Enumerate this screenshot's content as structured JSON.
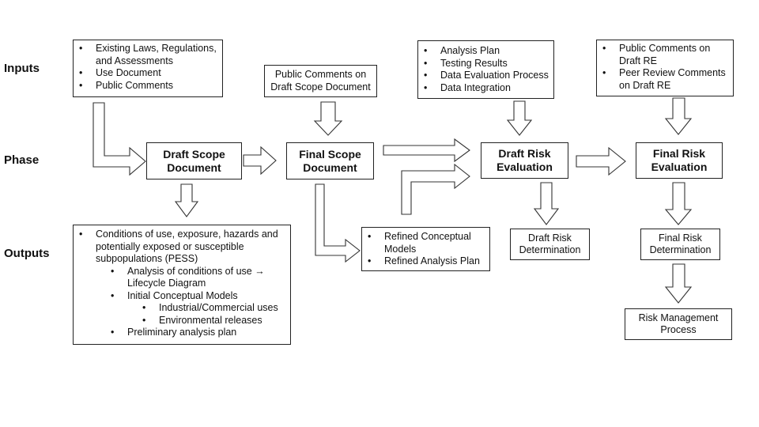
{
  "row_labels": {
    "inputs": "Inputs",
    "phase": "Phase",
    "outputs": "Outputs"
  },
  "phases": {
    "draft_scope": "Draft Scope\nDocument",
    "final_scope": "Final Scope\nDocument",
    "draft_risk": "Draft Risk\nEvaluation",
    "final_risk": "Final Risk\nEvaluation"
  },
  "inputs": {
    "draft_scope": [
      "Existing Laws, Regulations, and Assessments",
      "Use Document",
      "Public Comments"
    ],
    "final_scope": "Public Comments on\nDraft Scope Document",
    "draft_risk": [
      "Analysis Plan",
      "Testing Results",
      "Data Evaluation Process",
      "Data Integration"
    ],
    "final_risk": [
      "Public Comments on Draft RE",
      "Peer Review Comments on Draft RE"
    ]
  },
  "outputs": {
    "draft_scope": {
      "main": "Conditions of use, exposure, hazards and potentially exposed or susceptible subpopulations (PESS)",
      "sub1": "Analysis of conditions of use → Lifecycle Diagram",
      "sub2": "Initial Conceptual Models",
      "sub2a": "Industrial/Commercial uses",
      "sub2b": "Environmental releases",
      "sub3": "Preliminary analysis plan"
    },
    "final_scope": [
      "Refined Conceptual Models",
      "Refined Analysis Plan"
    ],
    "draft_risk": "Draft Risk\nDetermination",
    "final_risk": "Final Risk\nDetermination",
    "risk_management": "Risk Management\nProcess"
  }
}
